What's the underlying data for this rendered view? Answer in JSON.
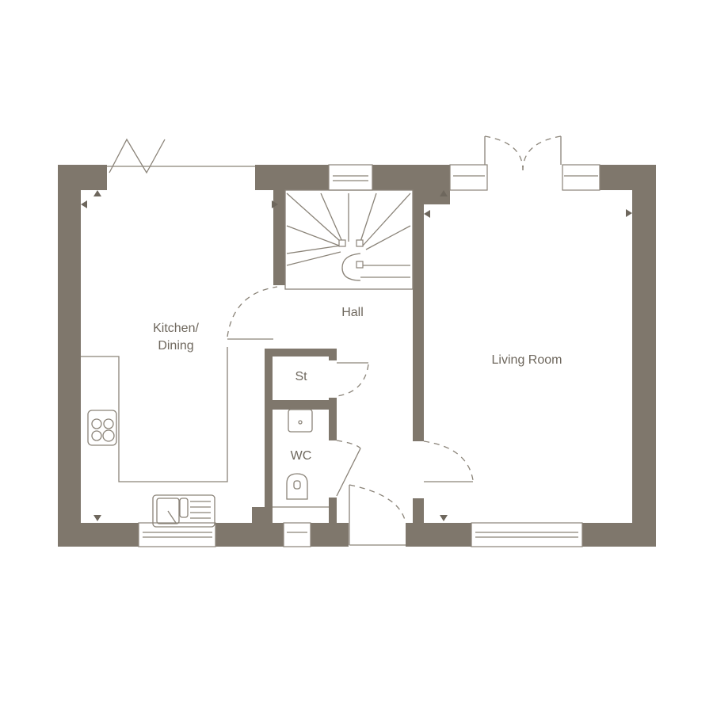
{
  "plan": {
    "rooms": [
      {
        "name": "Kitchen/\nDining"
      },
      {
        "name": "Hall"
      },
      {
        "name": "Living Room"
      },
      {
        "name": "St"
      },
      {
        "name": "WC"
      }
    ],
    "colors": {
      "wall": "#7f776c",
      "line": "#8a8378",
      "text": "#6e675d"
    }
  }
}
